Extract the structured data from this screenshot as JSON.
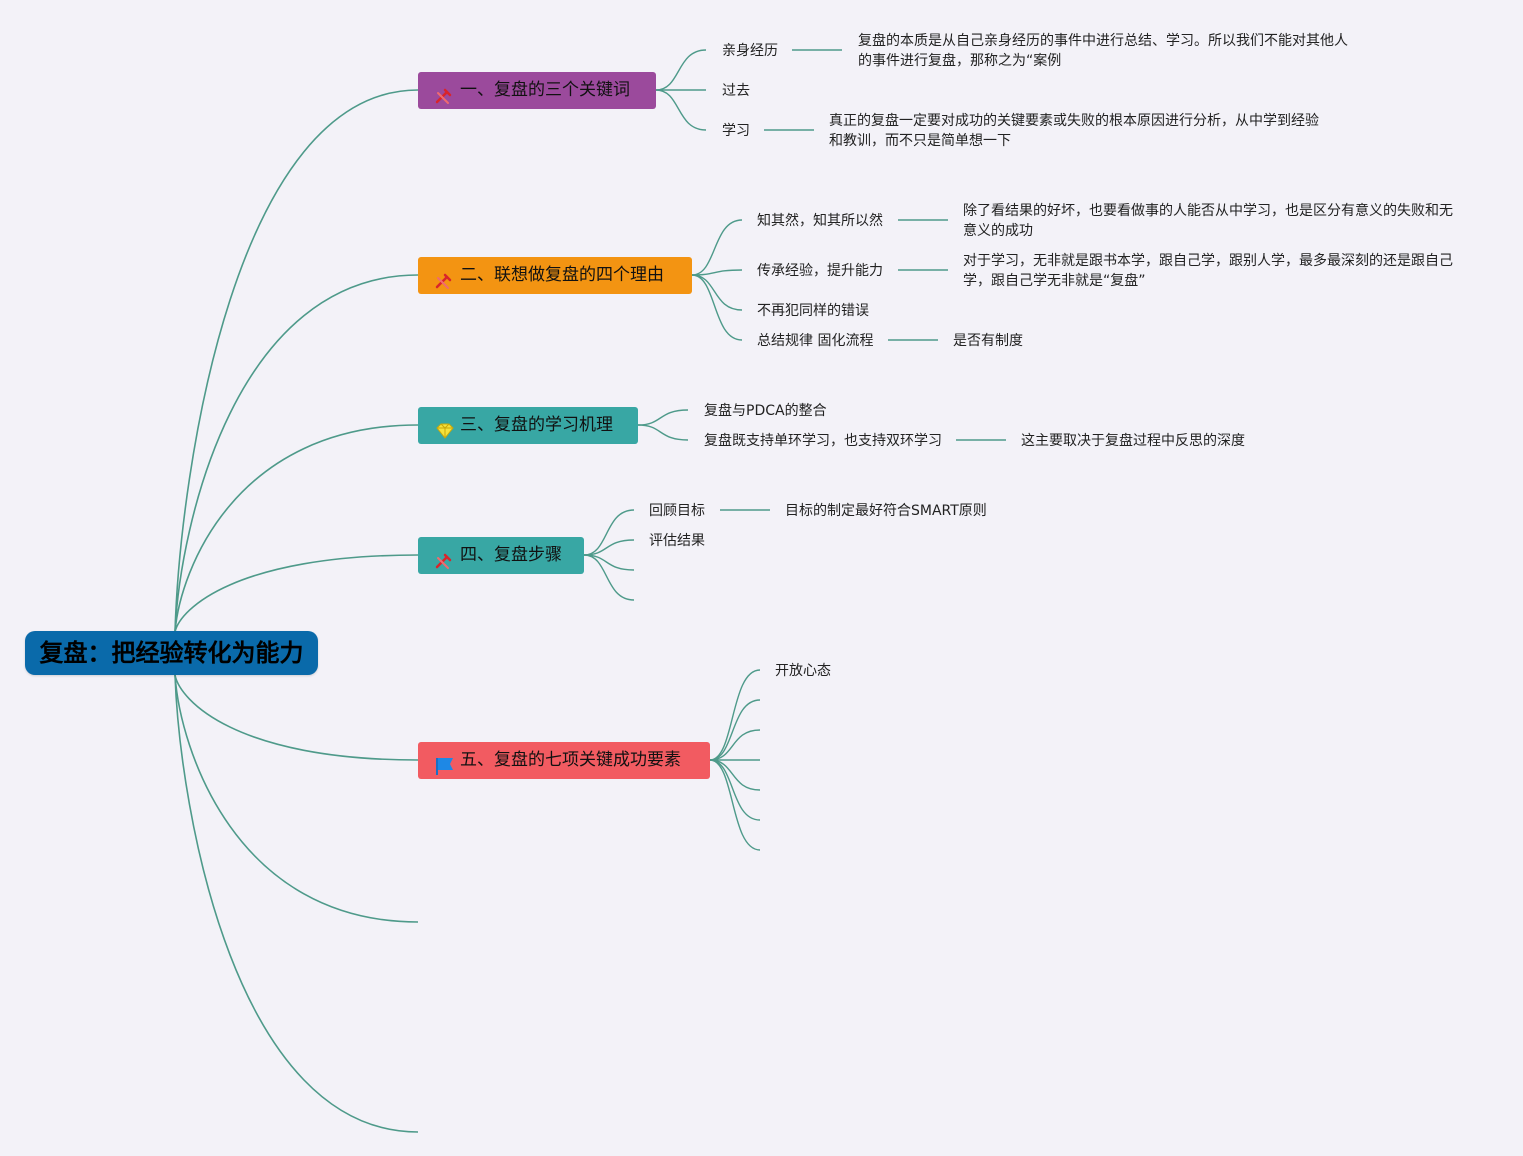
{
  "root": {
    "title": "复盘：把经验转化为能力"
  },
  "colors": {
    "root": "#0a6aaa",
    "b1": "#9b4a9c",
    "b2": "#f39412",
    "b3": "#38a7a4",
    "b4": "#38a7a4",
    "b5": "#f25b61",
    "line": "#4e9a8a"
  },
  "branches": [
    {
      "label": "一、复盘的三个关键词",
      "icon": "tools-icon",
      "children": [
        {
          "label": "亲身经历",
          "note": "复盘的本质是从自己亲身经历的事件中进行总结、学习。所以我们不能对其他人\n的事件进行复盘，那称之为“案例"
        },
        {
          "label": "过去"
        },
        {
          "label": "学习",
          "note": "真正的复盘一定要对成功的关键要素或失败的根本原因进行分析，从中学到经验\n和教训，而不只是简单想一下"
        }
      ]
    },
    {
      "label": "二、联想做复盘的四个理由",
      "icon": "tools-icon",
      "children": [
        {
          "label": "知其然，知其所以然",
          "note": "除了看结果的好坏，也要看做事的人能否从中学习，也是区分有意义的失败和无\n意义的成功"
        },
        {
          "label": "传承经验，提升能力",
          "note": "对于学习，无非就是跟书本学，跟自己学，跟别人学，最多最深刻的还是跟自己\n学，跟自己学无非就是“复盘”"
        },
        {
          "label": "不再犯同样的错误"
        },
        {
          "label": "总结规律 固化流程",
          "note": "是否有制度"
        }
      ]
    },
    {
      "label": "三、复盘的学习机理",
      "icon": "diamond-icon",
      "children": [
        {
          "label": "复盘与PDCA的整合"
        },
        {
          "label": "复盘既支持单环学习，也支持双环学习",
          "note": "这主要取决于复盘过程中反思的深度"
        }
      ]
    },
    {
      "label": "四、复盘步骤",
      "icon": "tools-icon",
      "children": [
        {
          "label": "回顾目标",
          "note": "目标的制定最好符合SMART原则"
        },
        {
          "label": "评估结果"
        }
      ]
    },
    {
      "label": "五、复盘的七项关键成功要素",
      "icon": "flag-icon",
      "children": [
        {
          "label": "开放心态"
        }
      ]
    }
  ]
}
